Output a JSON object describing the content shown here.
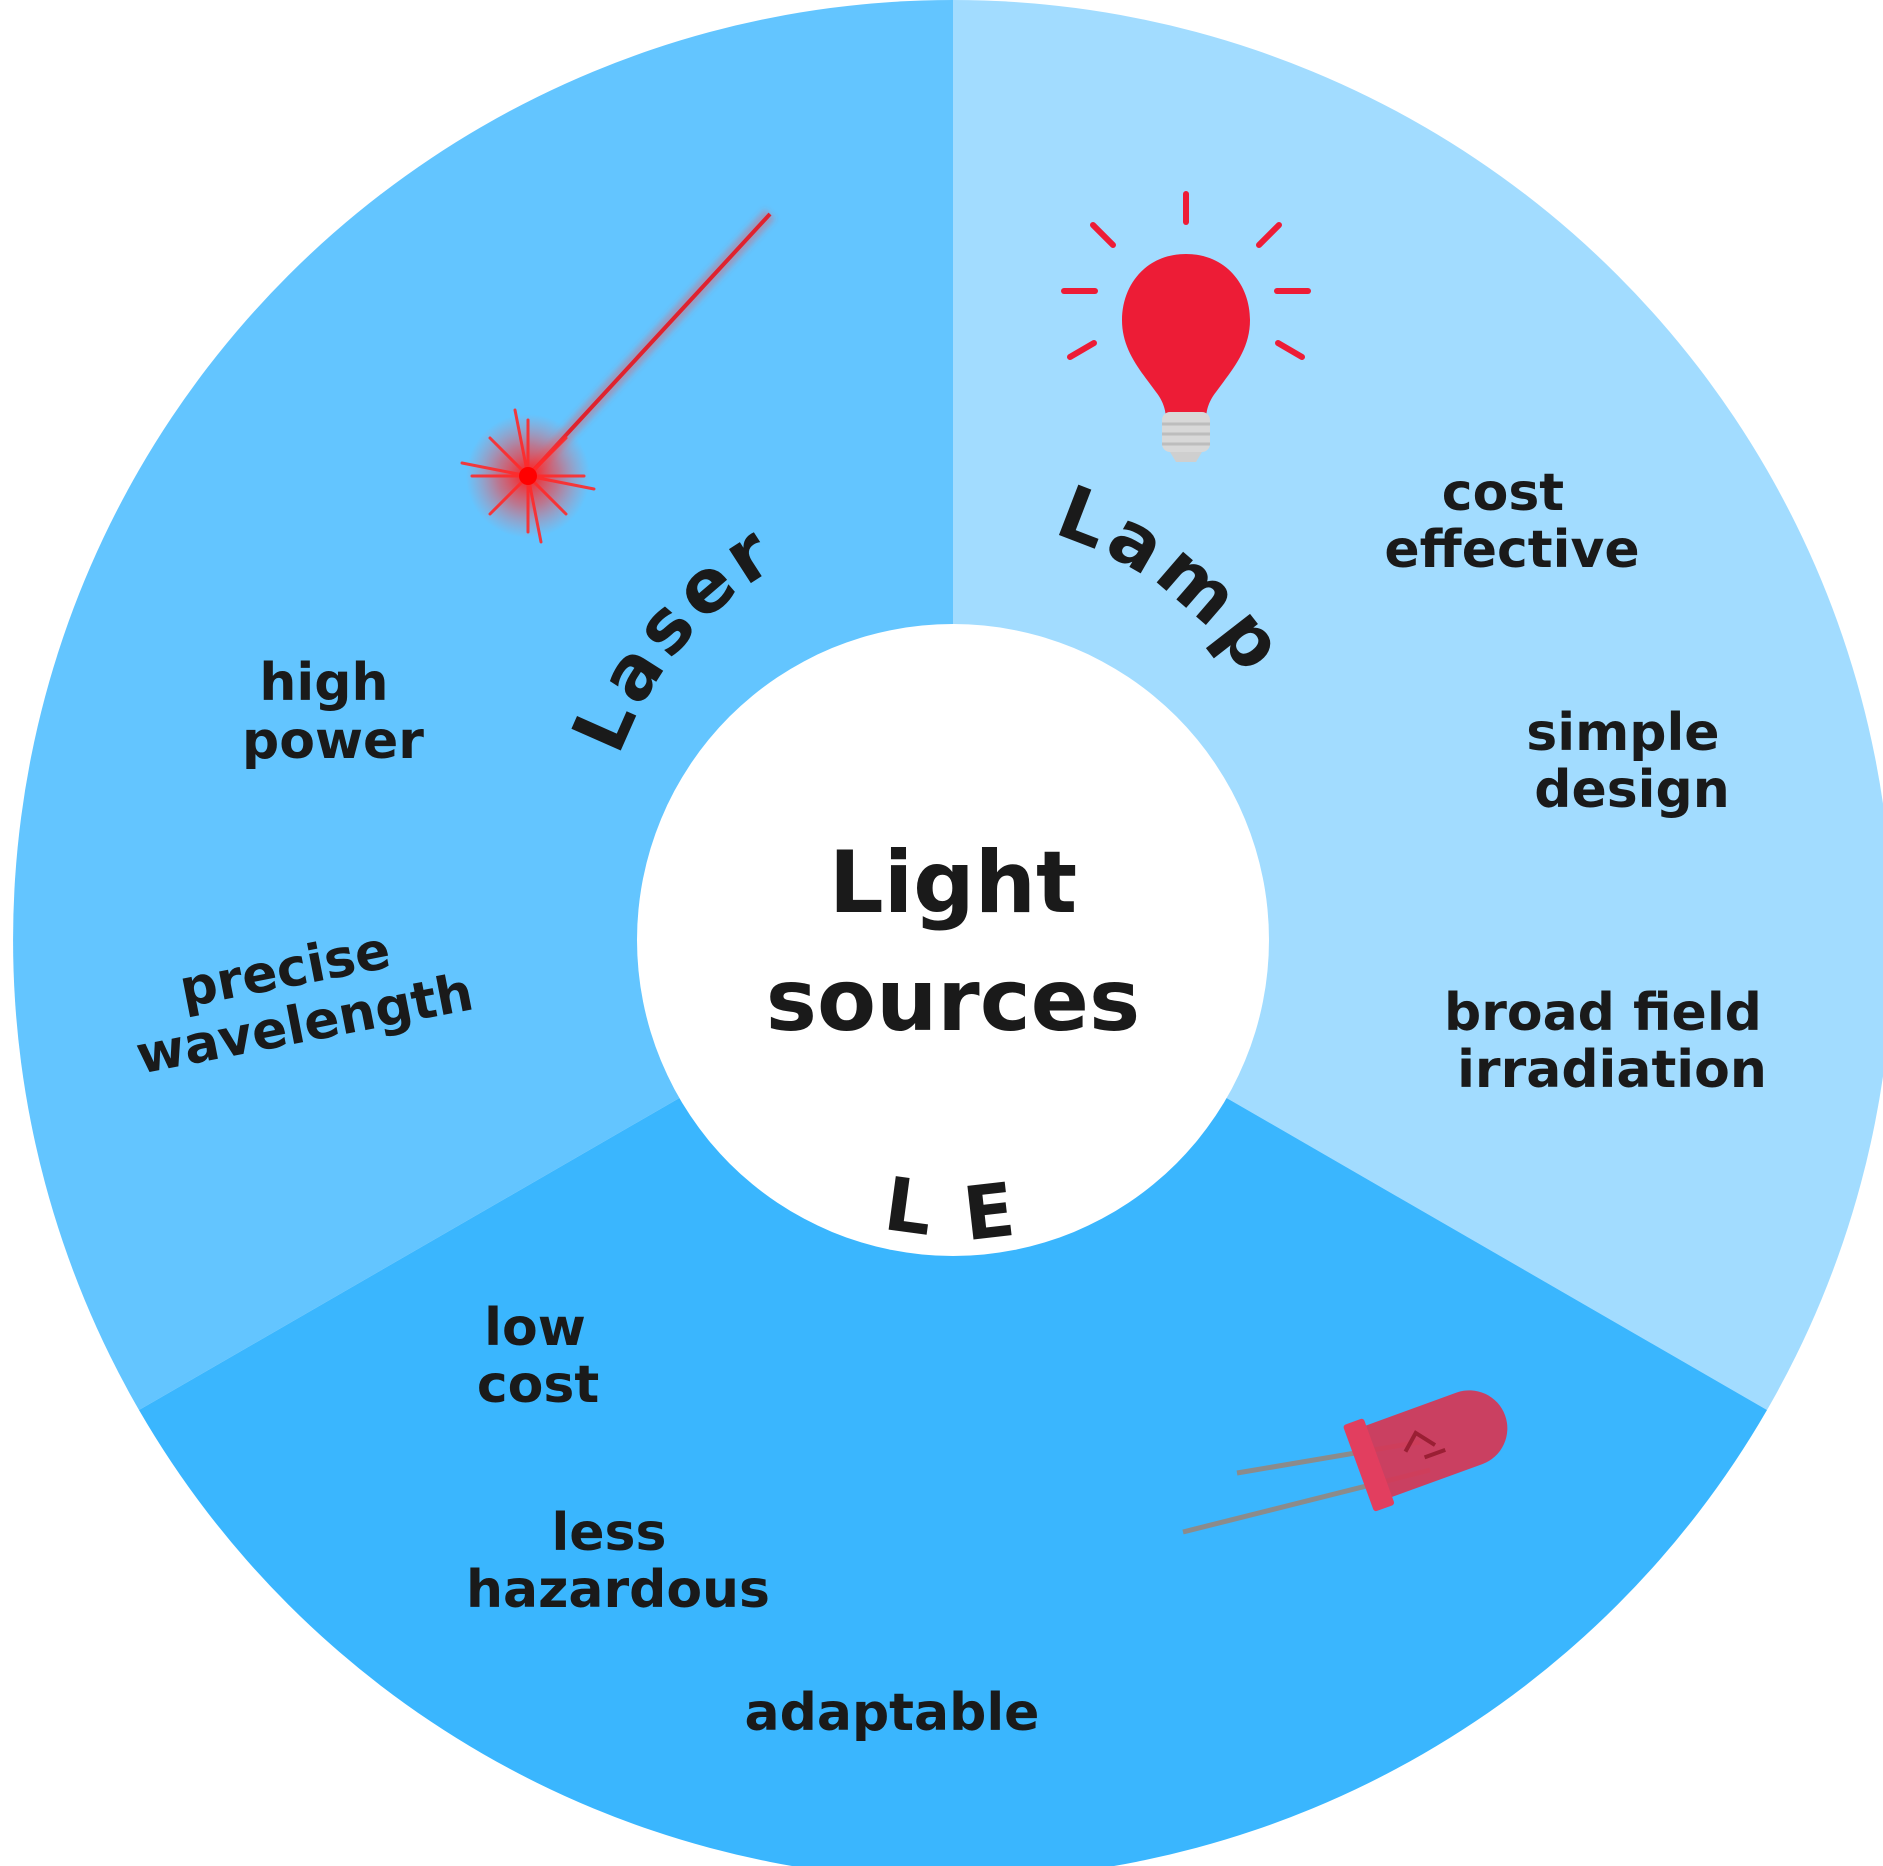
{
  "center": {
    "line1": "Light",
    "line2": "sources"
  },
  "segments": {
    "laser": {
      "title": "Laser",
      "color": "#63c5ff",
      "features": [
        [
          "high",
          "power"
        ],
        [
          "precise",
          "wavelength"
        ]
      ]
    },
    "lamp": {
      "title": "Lamp",
      "color": "#a2dcff",
      "features": [
        [
          "cost",
          "effective"
        ],
        [
          "simple",
          "design"
        ],
        [
          "broad field",
          "irradiation"
        ]
      ]
    },
    "led": {
      "title": "LED",
      "color": "#3ab6fe",
      "features": [
        [
          "low",
          "cost"
        ],
        [
          "less",
          "hazardous"
        ],
        [
          "adaptable"
        ]
      ]
    }
  },
  "icons": [
    "laser-beam-icon",
    "light-bulb-icon",
    "led-diode-icon"
  ],
  "accent_red": "#ed1c36"
}
